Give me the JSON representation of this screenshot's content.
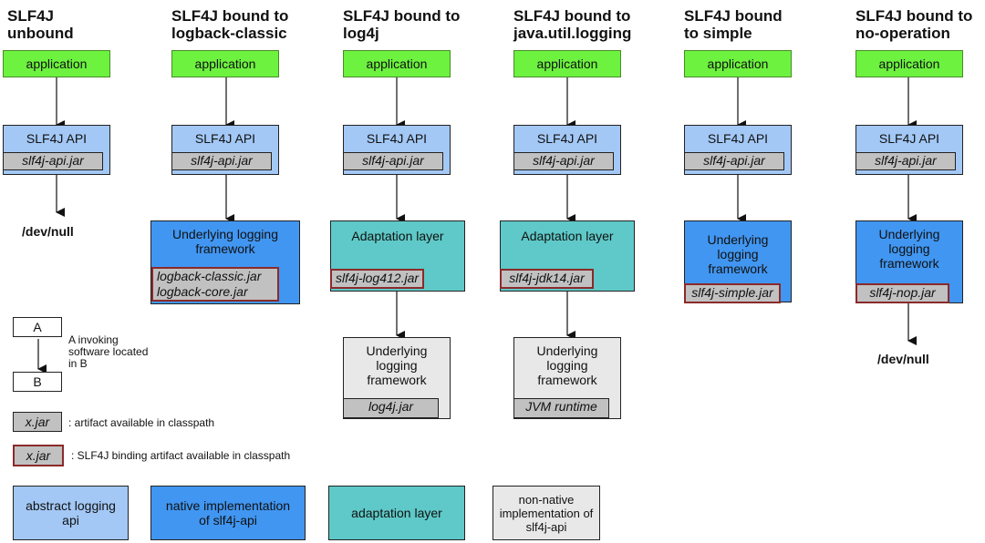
{
  "columns": [
    {
      "title": "SLF4J\nunbound",
      "application": "application",
      "api": "SLF4J API",
      "api_jar": "slf4j-api.jar",
      "bottom": "/dev/null"
    },
    {
      "title": "SLF4J bound to\nlogback-classic",
      "application": "application",
      "api": "SLF4J API",
      "api_jar": "slf4j-api.jar",
      "framework": "Underlying logging framework",
      "jar1": "logback-classic.jar",
      "jar2": "logback-core.jar"
    },
    {
      "title": "SLF4J bound to\nlog4j",
      "application": "application",
      "api": "SLF4J API",
      "api_jar": "slf4j-api.jar",
      "adaptation": "Adaptation layer",
      "binding_jar": "slf4j-log412.jar",
      "framework": "Underlying logging framework",
      "framework_jar": "log4j.jar"
    },
    {
      "title": "SLF4J bound to\njava.util.logging",
      "application": "application",
      "api": "SLF4J API",
      "api_jar": "slf4j-api.jar",
      "adaptation": "Adaptation layer",
      "binding_jar": "slf4j-jdk14.jar",
      "framework": "Underlying logging framework",
      "framework_jar": "JVM runtime"
    },
    {
      "title": "SLF4J bound\nto simple",
      "application": "application",
      "api": "SLF4J API",
      "api_jar": "slf4j-api.jar",
      "framework": "Underlying logging framework",
      "binding_jar": "slf4j-simple.jar"
    },
    {
      "title": "SLF4J bound to\nno-operation",
      "application": "application",
      "api": "SLF4J API",
      "api_jar": "slf4j-api.jar",
      "framework": "Underlying logging framework",
      "binding_jar": "slf4j-nop.jar",
      "bottom": "/dev/null"
    }
  ],
  "legend": {
    "a_label": "A",
    "b_label": "B",
    "invoke_text": "A invoking\nsoftware located\nin B",
    "jar_label": "x.jar",
    "jar_text": ": artifact available in classpath",
    "binding_label": "x.jar",
    "binding_text": ": SLF4J binding artifact available in classpath",
    "abstract": "abstract logging api",
    "native": "native implementation of slf4j-api",
    "adaptation": "adaptation layer",
    "nonnative": "non-native implementation of slf4j-api"
  },
  "colors": {
    "application": "#6cf23f",
    "abstract_api": "#a3c8f6",
    "native": "#4196f1",
    "adaptation": "#5ec9c8",
    "non_native": "#e8e8e8",
    "jar": "#c1c1c1",
    "binding_border": "#8b2a2a"
  }
}
